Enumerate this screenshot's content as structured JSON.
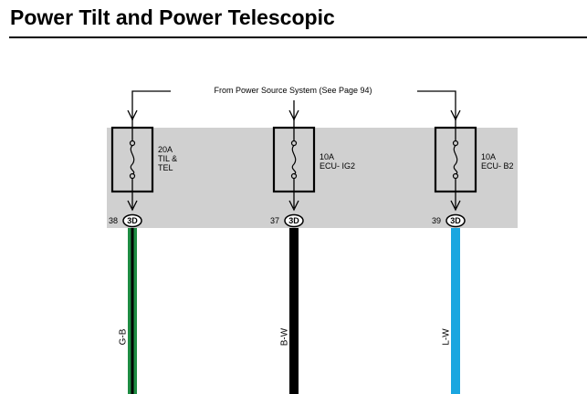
{
  "page_title": "Power Tilt and Power Telescopic",
  "source_label": "From Power Source System (See Page 94)",
  "colors": {
    "junction_block": "#d0d0d0",
    "wire_gb_green": "#1e8c42",
    "wire_bw_black": "#000000",
    "wire_lw_blue": "#1aa6e0"
  },
  "fuses": [
    {
      "amp": "20A",
      "name_lines": [
        "TIL &",
        "TEL"
      ],
      "pin": "38",
      "connector": "3D",
      "wire_label": "G-B",
      "wire_color_key": "wire_gb_green"
    },
    {
      "amp": "10A",
      "name_lines": [
        "ECU- IG2"
      ],
      "pin": "37",
      "connector": "3D",
      "wire_label": "B-W",
      "wire_color_key": "wire_bw_black"
    },
    {
      "amp": "10A",
      "name_lines": [
        "ECU- B2"
      ],
      "pin": "39",
      "connector": "3D",
      "wire_label": "L-W",
      "wire_color_key": "wire_lw_blue"
    }
  ]
}
